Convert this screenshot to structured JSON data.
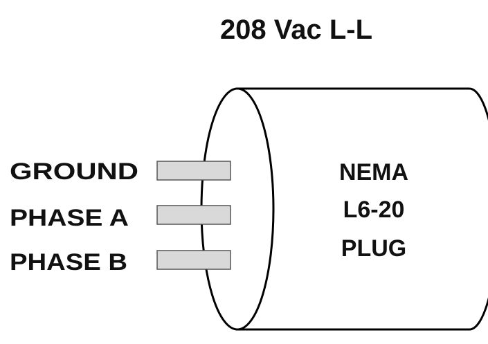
{
  "title": "208 Vac L-L",
  "pins": [
    {
      "label": "GROUND"
    },
    {
      "label": "PHASE A"
    },
    {
      "label": "PHASE B"
    }
  ],
  "plug": {
    "lines": [
      "NEMA",
      "L6-20",
      "PLUG"
    ]
  },
  "colors": {
    "outline": "#000000",
    "prong_fill": "#d9d9d9",
    "prong_stroke": "#555555",
    "text": "#111111"
  }
}
